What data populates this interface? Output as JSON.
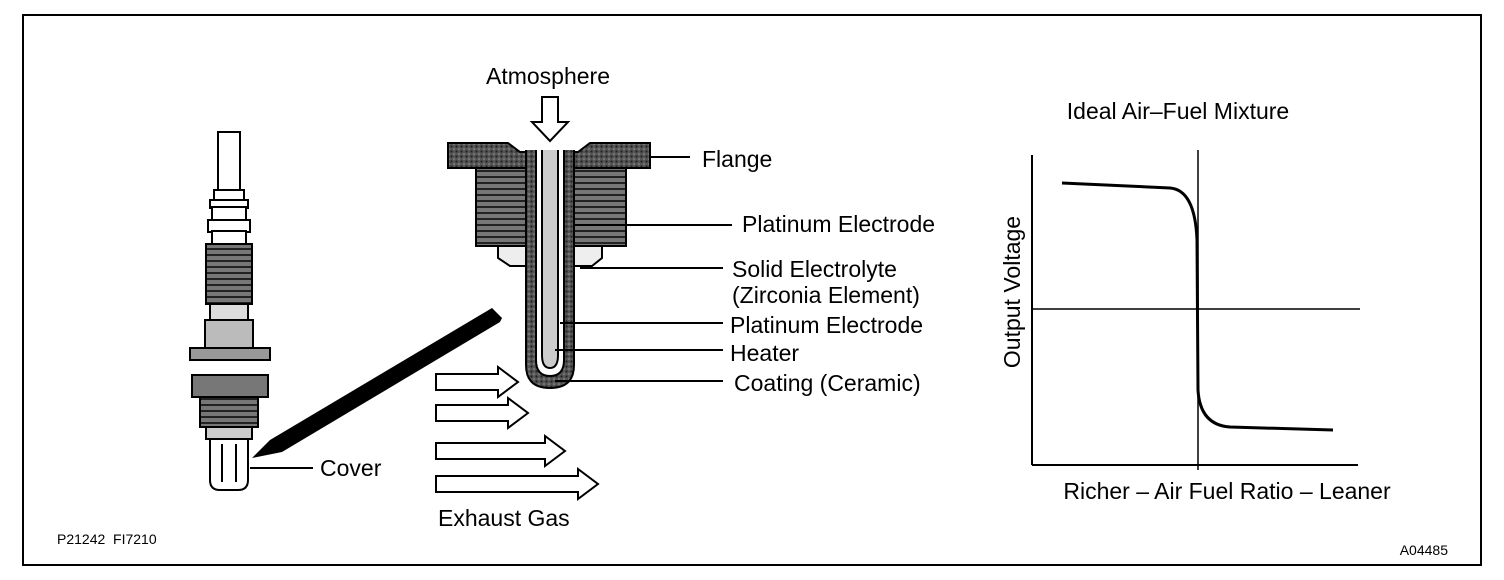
{
  "labels": {
    "atmosphere": "Atmosphere",
    "flange": "Flange",
    "platinum_electrode_top": "Platinum Electrode",
    "solid_electrolyte_line1": "Solid Electrolyte",
    "solid_electrolyte_line2": "(Zirconia Element)",
    "platinum_electrode_bottom": "Platinum Electrode",
    "heater": "Heater",
    "coating": "Coating (Ceramic)",
    "cover": "Cover",
    "exhaust_gas": "Exhaust Gas",
    "ref_left": "P21242  FI7210",
    "ref_right": "A04485"
  },
  "graph": {
    "title": "Ideal Air–Fuel Mixture",
    "ylabel": "Output Voltage",
    "xlabel": "Richer – Air Fuel Ratio – Leaner"
  }
}
